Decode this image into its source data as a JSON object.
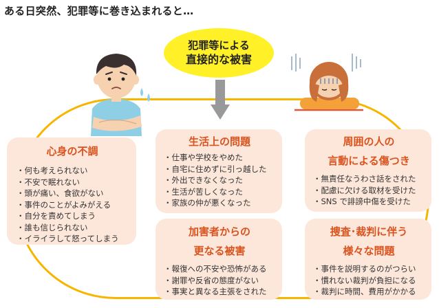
{
  "page": {
    "title": "ある日突然、犯罪等に巻き込まれると…"
  },
  "center": {
    "line1": "犯罪等による",
    "line2": "直接的な被害"
  },
  "cards": {
    "mind": {
      "title": "心身の不調",
      "items": [
        "何も考えられない",
        "不安で眠れない",
        "頭が痛い、食欲がない",
        "事件のことがよみがえる",
        "自分を責めてしまう",
        "誰も信じられない",
        "イライラして怒ってしまう"
      ]
    },
    "life": {
      "title": "生活上の問題",
      "items": [
        "仕事や学校をやめた",
        "自宅に住めずに引っ越した",
        "外出できなくなった",
        "生活が苦しくなった",
        "家族の仲が悪くなった"
      ]
    },
    "surround": {
      "title_line1": "周囲の人の",
      "title_line2": "言動による傷つき",
      "items": [
        "無責任なうわさ話をされた",
        "配慮に欠ける取材を受けた",
        "SNS で誹謗中傷を受けた"
      ]
    },
    "offender": {
      "title_line1": "加害者からの",
      "title_line2": "更なる被害",
      "items": [
        "報復への不安や恐怖がある",
        "謝罪や反省の態度がない",
        "事実と異なる主張をされた"
      ]
    },
    "investigation": {
      "title_line1": "捜査･裁判に伴う",
      "title_line2": "様々な問題",
      "items": [
        "事件を説明するのがつらい",
        "慣れない裁判が負担になる",
        "裁判に時間、費用がかかる"
      ]
    }
  },
  "colors": {
    "ring": "#f7b500",
    "bubble": "#fff027",
    "card_bg": "#fde7da",
    "card_title": "#d9531e",
    "arrow": "#999999"
  },
  "icons": {
    "boy": "worried-boy-illustration",
    "girl": "depressed-girl-illustration",
    "arrow": "down-arrow-icon"
  }
}
